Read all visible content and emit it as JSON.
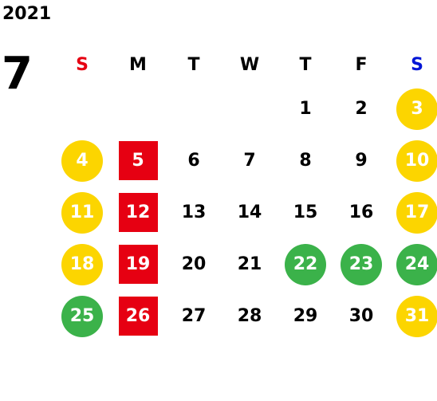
{
  "year": "2021",
  "month": "7",
  "colors": {
    "sunday_header": "#e60012",
    "saturday_header": "#0015d6",
    "weekday_header": "#000000",
    "yellow": "#fcd500",
    "red": "#e60012",
    "green": "#3bb24a",
    "plain_text": "#000000",
    "styled_text": "#ffffff"
  },
  "weekdays": [
    {
      "label": "S",
      "color": "sunday_header"
    },
    {
      "label": "M",
      "color": "weekday_header"
    },
    {
      "label": "T",
      "color": "weekday_header"
    },
    {
      "label": "W",
      "color": "weekday_header"
    },
    {
      "label": "T",
      "color": "weekday_header"
    },
    {
      "label": "F",
      "color": "weekday_header"
    },
    {
      "label": "S",
      "color": "saturday_header"
    }
  ],
  "weeks": [
    [
      {
        "day": ""
      },
      {
        "day": ""
      },
      {
        "day": ""
      },
      {
        "day": ""
      },
      {
        "day": "1",
        "style": "plain"
      },
      {
        "day": "2",
        "style": "plain"
      },
      {
        "day": "3",
        "style": "yellow-circle"
      }
    ],
    [
      {
        "day": "4",
        "style": "yellow-circle"
      },
      {
        "day": "5",
        "style": "red-square"
      },
      {
        "day": "6",
        "style": "plain"
      },
      {
        "day": "7",
        "style": "plain"
      },
      {
        "day": "8",
        "style": "plain"
      },
      {
        "day": "9",
        "style": "plain"
      },
      {
        "day": "10",
        "style": "yellow-circle"
      }
    ],
    [
      {
        "day": "11",
        "style": "yellow-circle"
      },
      {
        "day": "12",
        "style": "red-square"
      },
      {
        "day": "13",
        "style": "plain"
      },
      {
        "day": "14",
        "style": "plain"
      },
      {
        "day": "15",
        "style": "plain"
      },
      {
        "day": "16",
        "style": "plain"
      },
      {
        "day": "17",
        "style": "yellow-circle"
      }
    ],
    [
      {
        "day": "18",
        "style": "yellow-circle"
      },
      {
        "day": "19",
        "style": "red-square"
      },
      {
        "day": "20",
        "style": "plain"
      },
      {
        "day": "21",
        "style": "plain"
      },
      {
        "day": "22",
        "style": "green-circle"
      },
      {
        "day": "23",
        "style": "green-circle"
      },
      {
        "day": "24",
        "style": "green-circle"
      }
    ],
    [
      {
        "day": "25",
        "style": "green-circle"
      },
      {
        "day": "26",
        "style": "red-square"
      },
      {
        "day": "27",
        "style": "plain"
      },
      {
        "day": "28",
        "style": "plain"
      },
      {
        "day": "29",
        "style": "plain"
      },
      {
        "day": "30",
        "style": "plain"
      },
      {
        "day": "31",
        "style": "yellow-circle"
      }
    ]
  ]
}
